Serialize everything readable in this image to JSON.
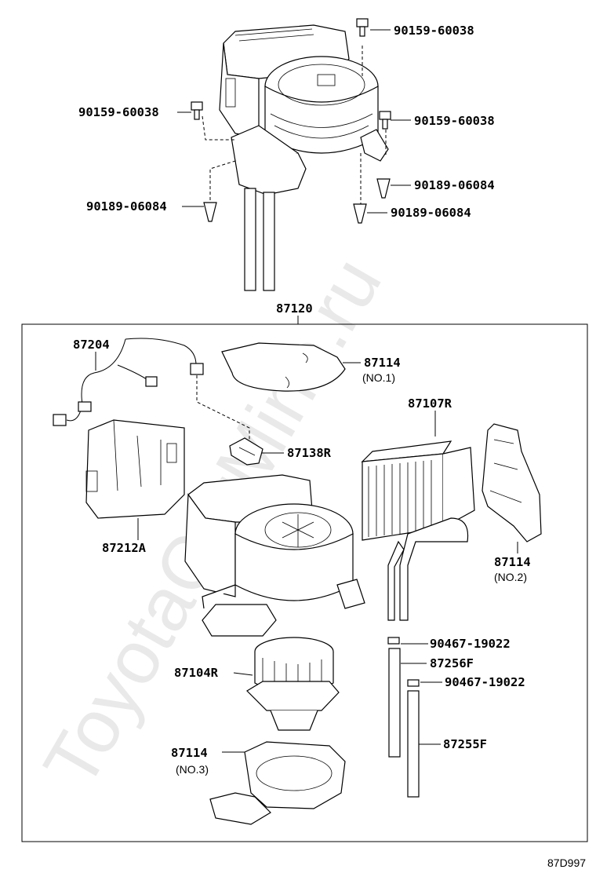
{
  "watermark": "ToyotaCarMine.ru",
  "figure_id": "87D997",
  "assembly_number": "87120",
  "callouts": {
    "bolt_a": "90159-60038",
    "bolt_b": "90159-60038",
    "bolt_c": "90159-60038",
    "clip_a": "90189-06084",
    "clip_b": "90189-06084",
    "clip_c": "90189-06084",
    "wire_harness": "87204",
    "case_no1": "87114",
    "case_no1_note": "(NO.1)",
    "resistor": "87138R",
    "radiator": "87107R",
    "case_no2": "87114",
    "case_no2_note": "(NO.2)",
    "cover": "87212A",
    "clamp_a": "90467-19022",
    "hose_a": "87256F",
    "clamp_b": "90467-19022",
    "blower_motor": "87104R",
    "case_no3": "87114",
    "case_no3_note": "(NO.3)",
    "hose_b": "87255F"
  }
}
